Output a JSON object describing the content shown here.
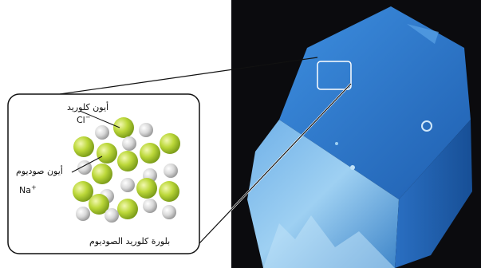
{
  "labels": {
    "chloride_ion": "أيون كلوريد",
    "chloride_symbol": "Cl",
    "chloride_charge": "−",
    "sodium_ion": "أيون صوديوم",
    "sodium_symbol": "Na",
    "sodium_charge": "+",
    "crystal_caption": "بلورة كلوريد الصوديوم"
  },
  "colors": {
    "photo_background": "#0b0b0e",
    "crystal_blue": "#2d7fd0",
    "chloride_green": "#b6d63a",
    "sodium_white": "#d9d9d9"
  }
}
